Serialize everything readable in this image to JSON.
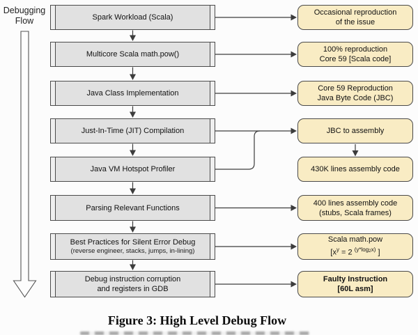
{
  "colors": {
    "background": "#fcfcfc",
    "process_fill": "#e1e1e1",
    "process_stripe": "#efefef",
    "box_border": "#4a4a4a",
    "result_fill": "#f9ecc4",
    "connector": "#3c3c3c",
    "text": "#111111"
  },
  "side_label": {
    "line1": "Debugging",
    "line2": "Flow"
  },
  "process_boxes": [
    {
      "label": "Spark Workload (Scala)"
    },
    {
      "label": "Multicore Scala math.pow()"
    },
    {
      "label": "Java Class Implementation"
    },
    {
      "label": "Just-In-Time (JIT) Compilation"
    },
    {
      "label": "Java VM Hotspot Profiler"
    },
    {
      "label": "Parsing Relevant Functions"
    },
    {
      "label": "Best Practices for Silent Error Debug",
      "sublabel": "(reverse engineer, stacks, jumps, in-lining)"
    },
    {
      "label": "Debug instruction corruption",
      "label2": "and registers in GDB"
    }
  ],
  "result_boxes": [
    {
      "line1": "Occasional reproduction",
      "line2": "of the issue"
    },
    {
      "line1": "100% reproduction",
      "line2": "Core 59 [Scala code]"
    },
    {
      "line1": "Core 59 Reproduction",
      "line2": "Java Byte Code (JBC)"
    },
    {
      "line1": "JBC to assembly"
    },
    {
      "line1": "430K lines assembly code"
    },
    {
      "line1": "400 lines assembly code",
      "line2": "(stubs, Scala frames)"
    },
    {
      "line1": "Scala math.pow",
      "formula": {
        "base_open": "[x",
        "exp_y": "y",
        "equals": " = 2 ",
        "exp_open": "(y*log",
        "log_base": "2",
        "exp_close": "x)",
        "bracket_close": " ]"
      }
    },
    {
      "line1": "Faulty Instruction",
      "line2": "[60L asm]"
    }
  ],
  "caption": "Figure 3: High Level Debug Flow"
}
